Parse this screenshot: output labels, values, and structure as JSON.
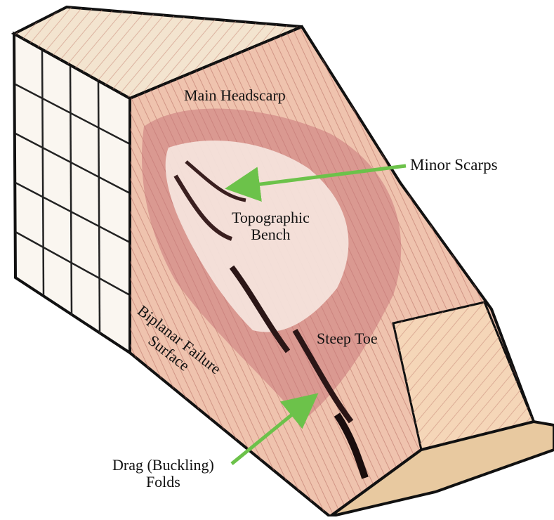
{
  "labels": {
    "main_headscarp": "Main Headscarp",
    "minor_scarps": "Minor Scarps",
    "topographic_bench_line1": "Topographic",
    "topographic_bench_line2": "Bench",
    "biplanar_line1": "Biplanar Failure",
    "biplanar_line2": "Surface",
    "steep_toe": "Steep Toe",
    "drag_line1": "Drag (Buckling)",
    "drag_line2": "Folds"
  },
  "colors": {
    "arrow": "#6cc24a",
    "outline": "#111111",
    "slope_fill": "#e8b3a0",
    "dark_zone": "#b5564f",
    "block_fill": "#f6efe6"
  }
}
